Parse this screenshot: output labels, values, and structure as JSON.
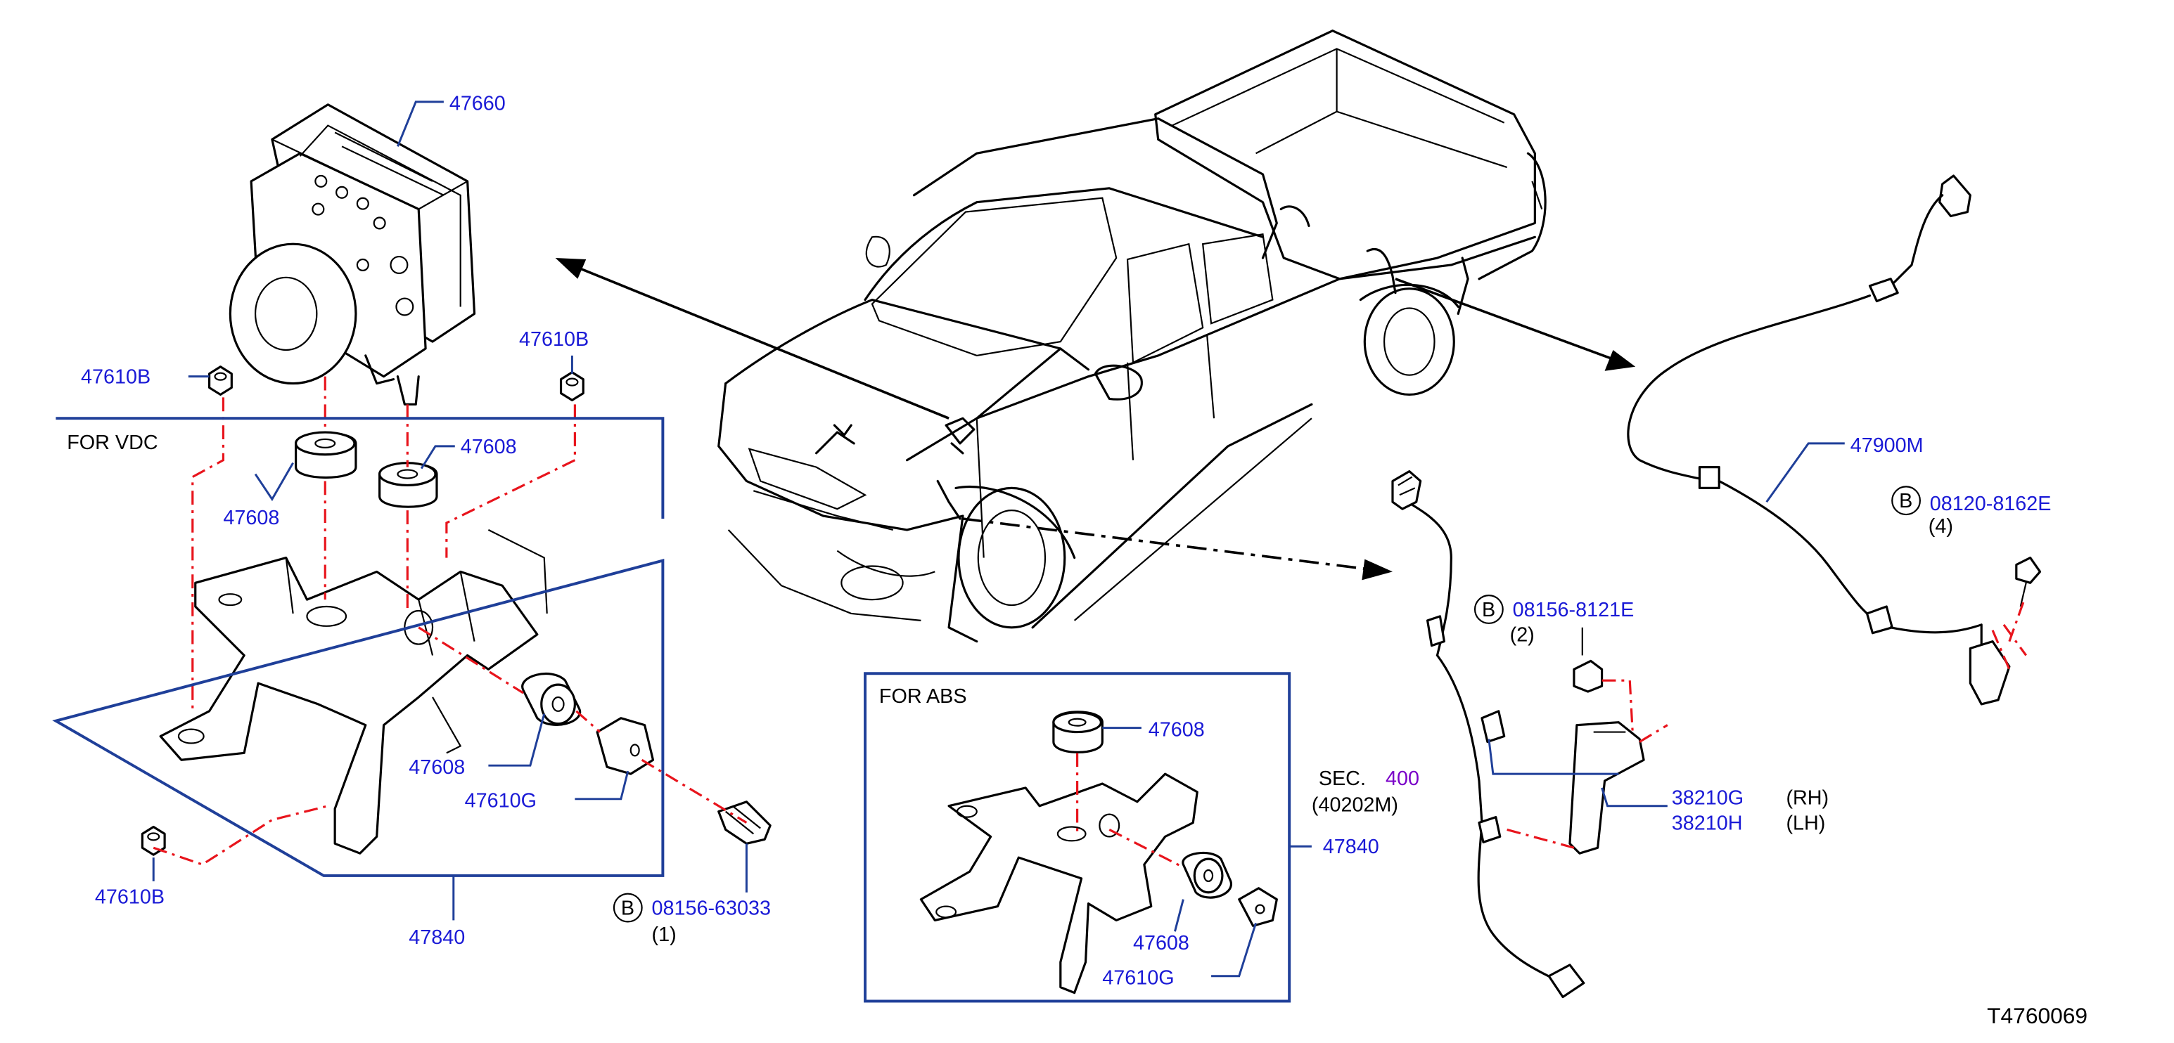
{
  "colors": {
    "part_number": "#1a1ad6",
    "section_ref": "#7a00c8",
    "leader_line": "#1f3f99",
    "centerline": "#e8141c",
    "text": "#000000"
  },
  "groups": {
    "vdc": "FOR   VDC",
    "abs": "FOR   ABS"
  },
  "parts": {
    "p47660": "47660",
    "p47610b_top_left": "47610B",
    "p47610b_top_right": "47610B",
    "p47610b_bottom": "47610B",
    "p47608_vdc_left": "47608",
    "p47608_vdc_right": "47608",
    "p47608_vdc_bushing": "47608",
    "p47610g_vdc": "47610G",
    "p47840_vdc": "47840",
    "p47608_abs_top": "47608",
    "p47608_abs_bushing": "47608",
    "p47610g_abs": "47610G",
    "p47840_abs": "47840",
    "p47900m": "47900M",
    "p38210g": "38210G",
    "p38210h": "38210H"
  },
  "bolts": {
    "b1": {
      "marker": "B",
      "number": "08156-63033",
      "qty": "(1)"
    },
    "b2": {
      "marker": "B",
      "number": "08156-8121E",
      "qty": "(2)"
    },
    "b4": {
      "marker": "B",
      "number": "08120-8162E",
      "qty": "(4)"
    }
  },
  "sides": {
    "rh": "(RH)",
    "lh": "(LH)"
  },
  "section_ref": {
    "prefix": "SEC.",
    "number": "400",
    "sub": "(40202M)"
  },
  "figure_id": "T4760069"
}
